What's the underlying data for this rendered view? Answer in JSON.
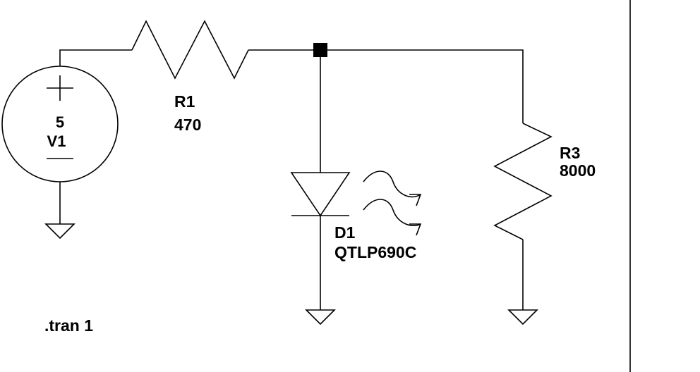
{
  "colors": {
    "background": "#ffffff",
    "ink": "#000000"
  },
  "components": {
    "v1": {
      "name": "V1",
      "value": "5"
    },
    "r1": {
      "name": "R1",
      "value": "470"
    },
    "d1": {
      "name": "D1",
      "value": "QTLP690C"
    },
    "r3": {
      "name": "R3",
      "value": "8000"
    }
  },
  "directive": ".tran 1"
}
